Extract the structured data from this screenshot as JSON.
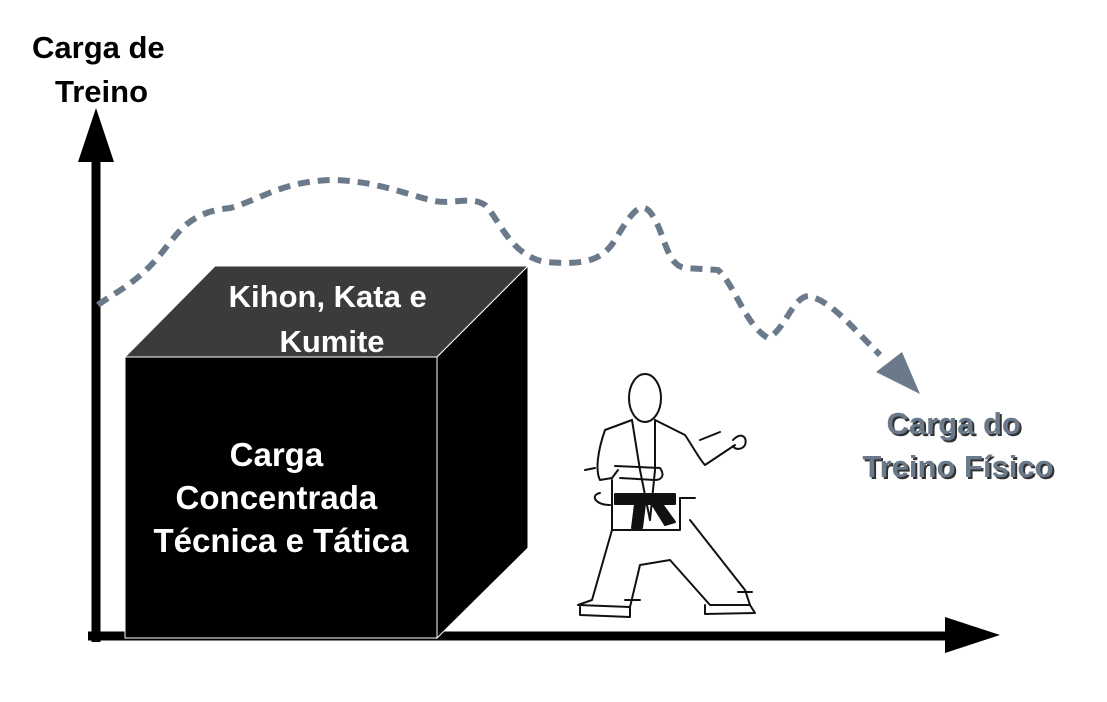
{
  "y_axis_label": [
    "Carga de",
    "Treino"
  ],
  "cube": {
    "top_label": [
      "Kihon, Kata e",
      "Kumite"
    ],
    "front_label": [
      "Carga",
      "Concentrada",
      "Técnica e Tática"
    ]
  },
  "curve_label": [
    "Carga do",
    "Treino Físico"
  ],
  "colors": {
    "curve": "#6b7a8a",
    "cube_top": "#3b3b3b",
    "cube_front": "#000000",
    "axes": "#000000"
  },
  "illustration": "karate-fighter-drawing"
}
